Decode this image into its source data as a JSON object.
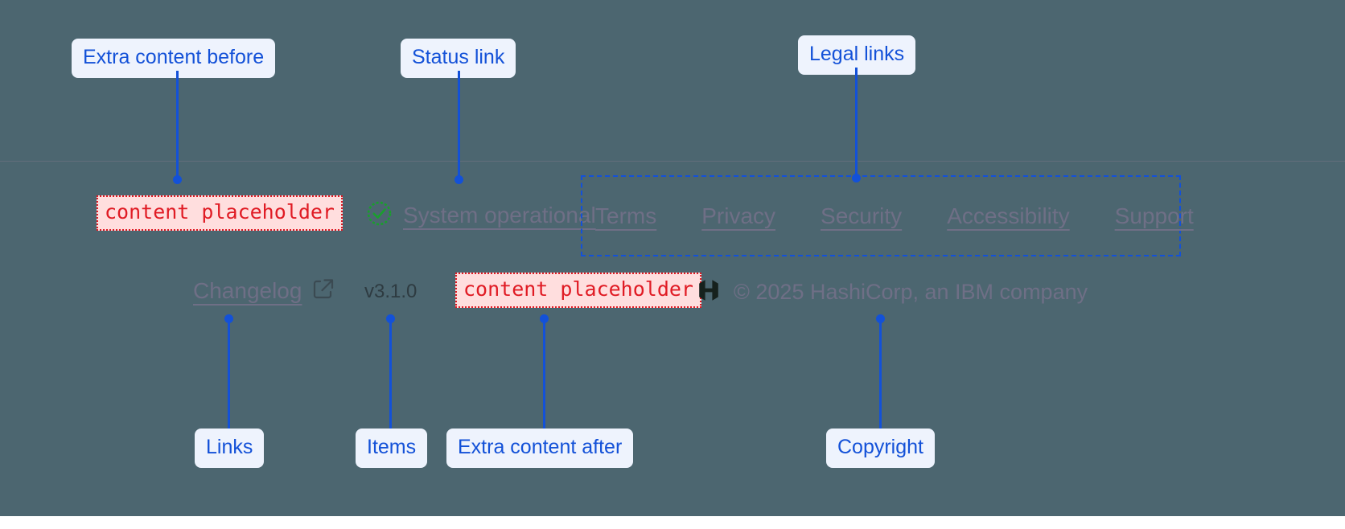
{
  "theme": {
    "backdrop_color": "#4c6670",
    "callout_bg": "#eef3fd",
    "callout_text": "#1351d8",
    "placeholder_text": "#e01b24",
    "placeholder_bg": "#ffdede",
    "link_color": "#6f6f86",
    "status_ok_color": "#1a9e2e",
    "highlight_box_color": "#1351d8"
  },
  "annotations": {
    "extra_before": "Extra content before",
    "status_link": "Status link",
    "legal_links": "Legal links",
    "links": "Links",
    "items": "Items",
    "extra_after": "Extra content after",
    "copyright": "Copyright"
  },
  "footer": {
    "extra_before_slot": "content placeholder",
    "extra_after_slot": "content placeholder",
    "status": {
      "icon": "check-circle-icon",
      "label": "System operational"
    },
    "legal_links": [
      {
        "label": "Terms"
      },
      {
        "label": "Privacy"
      },
      {
        "label": "Security"
      },
      {
        "label": "Accessibility"
      },
      {
        "label": "Support"
      }
    ],
    "changelog": {
      "label": "Changelog",
      "icon": "external-link-icon"
    },
    "version": "v3.1.0",
    "brand": {
      "icon": "hashicorp-logo-icon",
      "copyright": "© 2025 HashiCorp, an IBM company"
    }
  }
}
